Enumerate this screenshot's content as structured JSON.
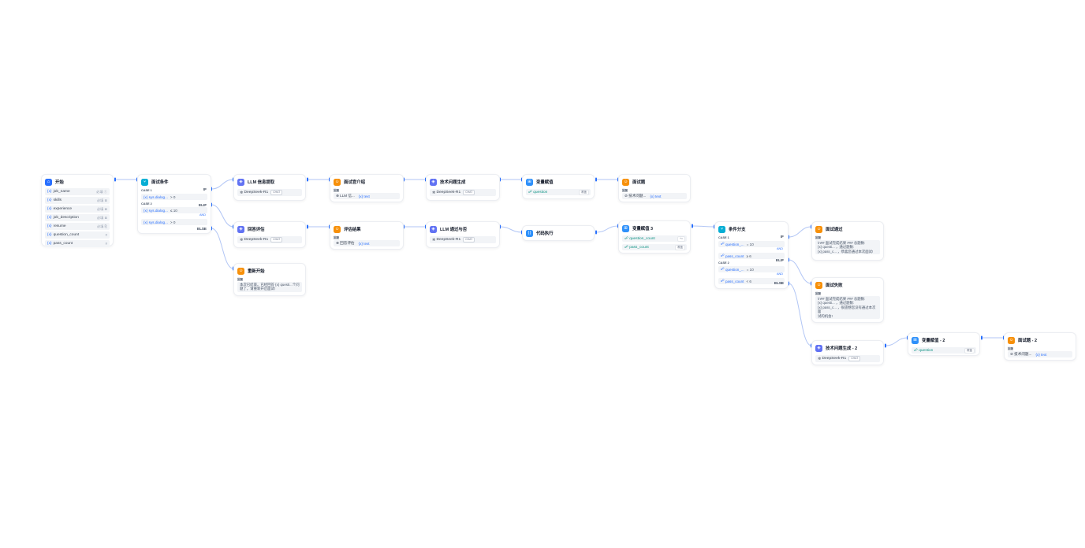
{
  "nodes": {
    "start": {
      "title": "开始",
      "icon": "⌂",
      "icon_color": "#2970ff",
      "vars": [
        {
          "name": "job_name",
          "tag": "必填 ⓣ"
        },
        {
          "name": "skills",
          "tag": "必填 ≣"
        },
        {
          "name": "experience",
          "tag": "必填 ≣"
        },
        {
          "name": "job_description",
          "tag": "必填 ≣"
        },
        {
          "name": "resume",
          "tag": "必填 ⎘"
        },
        {
          "name": "question_count",
          "tag": "#"
        },
        {
          "name": "pass_count",
          "tag": "#"
        }
      ]
    },
    "ifelse1": {
      "title": "面试条件",
      "icon": "⑂",
      "icon_color": "#06aed4",
      "case1": "CASE 1",
      "c1": {
        "var": "sys.dialog...",
        "op": "> 0"
      },
      "case2": "CASE 2",
      "c2a": {
        "var": "sys.dialog...",
        "op": "≤ 10"
      },
      "c2_and": "AND",
      "c2b": {
        "var": "sys.dialog...",
        "op": "> 0"
      },
      "if": "IF",
      "elif": "ELIF",
      "else": "ELSE"
    },
    "llm_extract": {
      "title": "LLM 信息提取",
      "icon": "◈",
      "icon_color": "#6172f3",
      "model": "DeepSeek-R1",
      "mode": "CHAT"
    },
    "reply_eval": {
      "title": "回答评估",
      "icon": "◈",
      "icon_color": "#6172f3",
      "model": "DeepSeek-R1",
      "mode": "CHAT"
    },
    "restart": {
      "title": "重新开始",
      "icon": "☺",
      "icon_color": "#f79009",
      "reply_label": "回复",
      "text": "本次已结束。已经回答 {x} questi...个问题了，请重新开启面试!"
    },
    "interviewer_intro": {
      "title": "面试官介绍",
      "icon": "☺",
      "icon_color": "#f79009",
      "reply_label": "回复",
      "ref": "LLM 信...",
      "ref_var": "{x} text"
    },
    "eval_result": {
      "title": "评估结果",
      "icon": "☺",
      "icon_color": "#f79009",
      "reply_label": "回复",
      "ref": "回答评估",
      "ref_var": "{x} text"
    },
    "tech_gen": {
      "title": "技术问题生成",
      "icon": "◈",
      "icon_color": "#6172f3",
      "model": "DeepSeek-R1",
      "mode": "CHAT"
    },
    "llm_reply": {
      "title": "LLM 通过与否",
      "icon": "◈",
      "icon_color": "#6172f3",
      "model": "DeepSeek-R1",
      "mode": "CHAT"
    },
    "var_assign": {
      "title": "变量赋值",
      "icon": "⊞",
      "icon_color": "#2e90fa",
      "var": "question",
      "tag": "覆盖"
    },
    "code_exec": {
      "title": "代码执行",
      "icon": "⟨⟩",
      "icon_color": "#2e90fa"
    },
    "interview_q": {
      "title": "面试题",
      "icon": "☺",
      "icon_color": "#f79009",
      "reply_label": "回复",
      "ref": "技术问题...",
      "ref_var": "{x} text"
    },
    "var_assign3": {
      "title": "变量赋值 3",
      "icon": "⊞",
      "icon_color": "#2e90fa",
      "rows": [
        {
          "var": "question_count",
          "tag": "+="
        },
        {
          "var": "pass_count",
          "tag": "覆盖"
        }
      ]
    },
    "cond_branch": {
      "title": "条件分支",
      "icon": "⑂",
      "icon_color": "#06aed4",
      "case1": "CASE 1",
      "c1a": {
        "var": "question_...",
        "op": "= 10"
      },
      "c1_and": "AND",
      "c1b": {
        "var": "pass_count",
        "op": "≥ 6"
      },
      "case2": "CASE 2",
      "c2a": {
        "var": "question_...",
        "op": "= 10"
      },
      "c2_and": "AND",
      "c2b": {
        "var": "pass_count",
        "op": "< 6"
      },
      "if": "IF",
      "elif": "ELIF",
      "else": "ELSE"
    },
    "pass": {
      "title": "面试通过",
      "icon": "☺",
      "icon_color": "#f79009",
      "reply_label": "回复",
      "lines": [
        "\\n## 面试完成结果 ### 总题数:",
        "{x} questi... ，通过题数:",
        "{x} pass_c... ，恭喜您通过本次面试!"
      ]
    },
    "fail": {
      "title": "面试失败",
      "icon": "☺",
      "icon_color": "#f79009",
      "reply_label": "回复",
      "lines": [
        "\\n## 面试完成结果 ### 总题数:",
        "{x} questi... ，通过题数:",
        "{x} pass_c... ，很遗憾您没有通过本次面",
        "试的机会!"
      ]
    },
    "tech_gen2": {
      "title": "技术问题生成 - 2",
      "icon": "◈",
      "icon_color": "#6172f3",
      "model": "DeepSeek-R1",
      "mode": "CHAT"
    },
    "var_assign2": {
      "title": "变量赋值 - 2",
      "icon": "⊞",
      "icon_color": "#2e90fa",
      "var": "question",
      "tag": "覆盖"
    },
    "interview_q2": {
      "title": "面试题 - 2",
      "icon": "☺",
      "icon_color": "#f79009",
      "reply_label": "回复",
      "ref": "技术问题...",
      "ref_var": "{x} text"
    }
  }
}
